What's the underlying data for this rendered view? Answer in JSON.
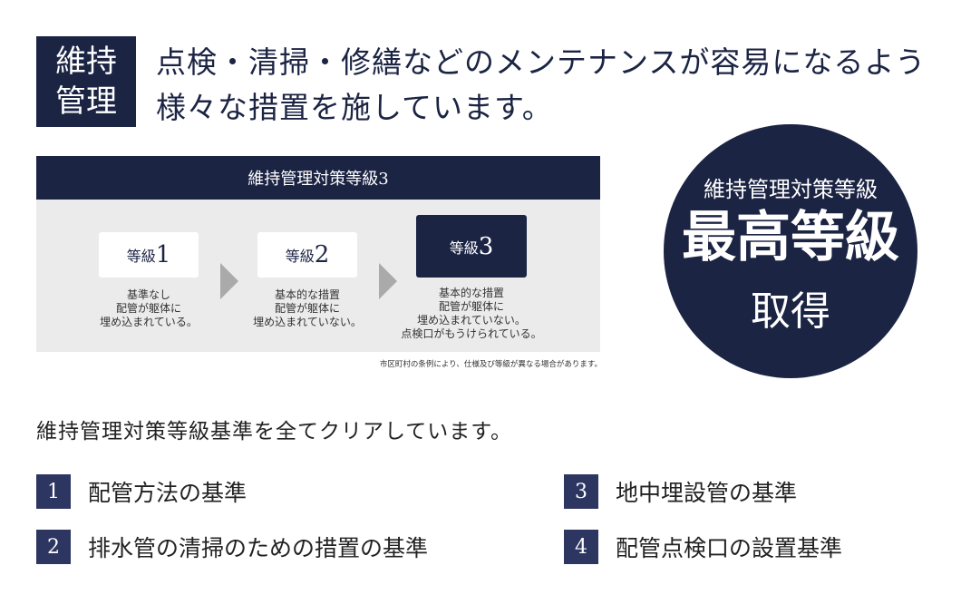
{
  "badge": "維持\n管理",
  "headline": [
    "点検・清掃・修繕などのメンテナンスが容易になるよう",
    "様々な措置を施しています。"
  ],
  "panel": {
    "title": "維持管理対策等級3",
    "grades": [
      {
        "prefix": "等級",
        "num": "1",
        "desc": "基準なし\n配管が躯体に\n埋め込まれている。"
      },
      {
        "prefix": "等級",
        "num": "2",
        "desc": "基本的な措置\n配管が躯体に\n埋め込まれていない。"
      },
      {
        "prefix": "等級",
        "num": "3",
        "desc": "基本的な措置\n配管が躯体に\n埋め込まれていない。\n点検口がもうけられている。"
      }
    ],
    "footnote": "市区町村の条例により、仕様及び等級が異なる場合があります。"
  },
  "circle": {
    "line1": "維持管理対策等級",
    "line2": "最高等級",
    "line3": "取得"
  },
  "subtitle": "維持管理対策等級基準を全てクリアしています。",
  "items": [
    {
      "num": "1",
      "label": "配管方法の基準"
    },
    {
      "num": "2",
      "label": "排水管の清掃のための措置の基準"
    },
    {
      "num": "3",
      "label": "地中埋設管の基準"
    },
    {
      "num": "4",
      "label": "配管点検口の設置基準"
    }
  ]
}
